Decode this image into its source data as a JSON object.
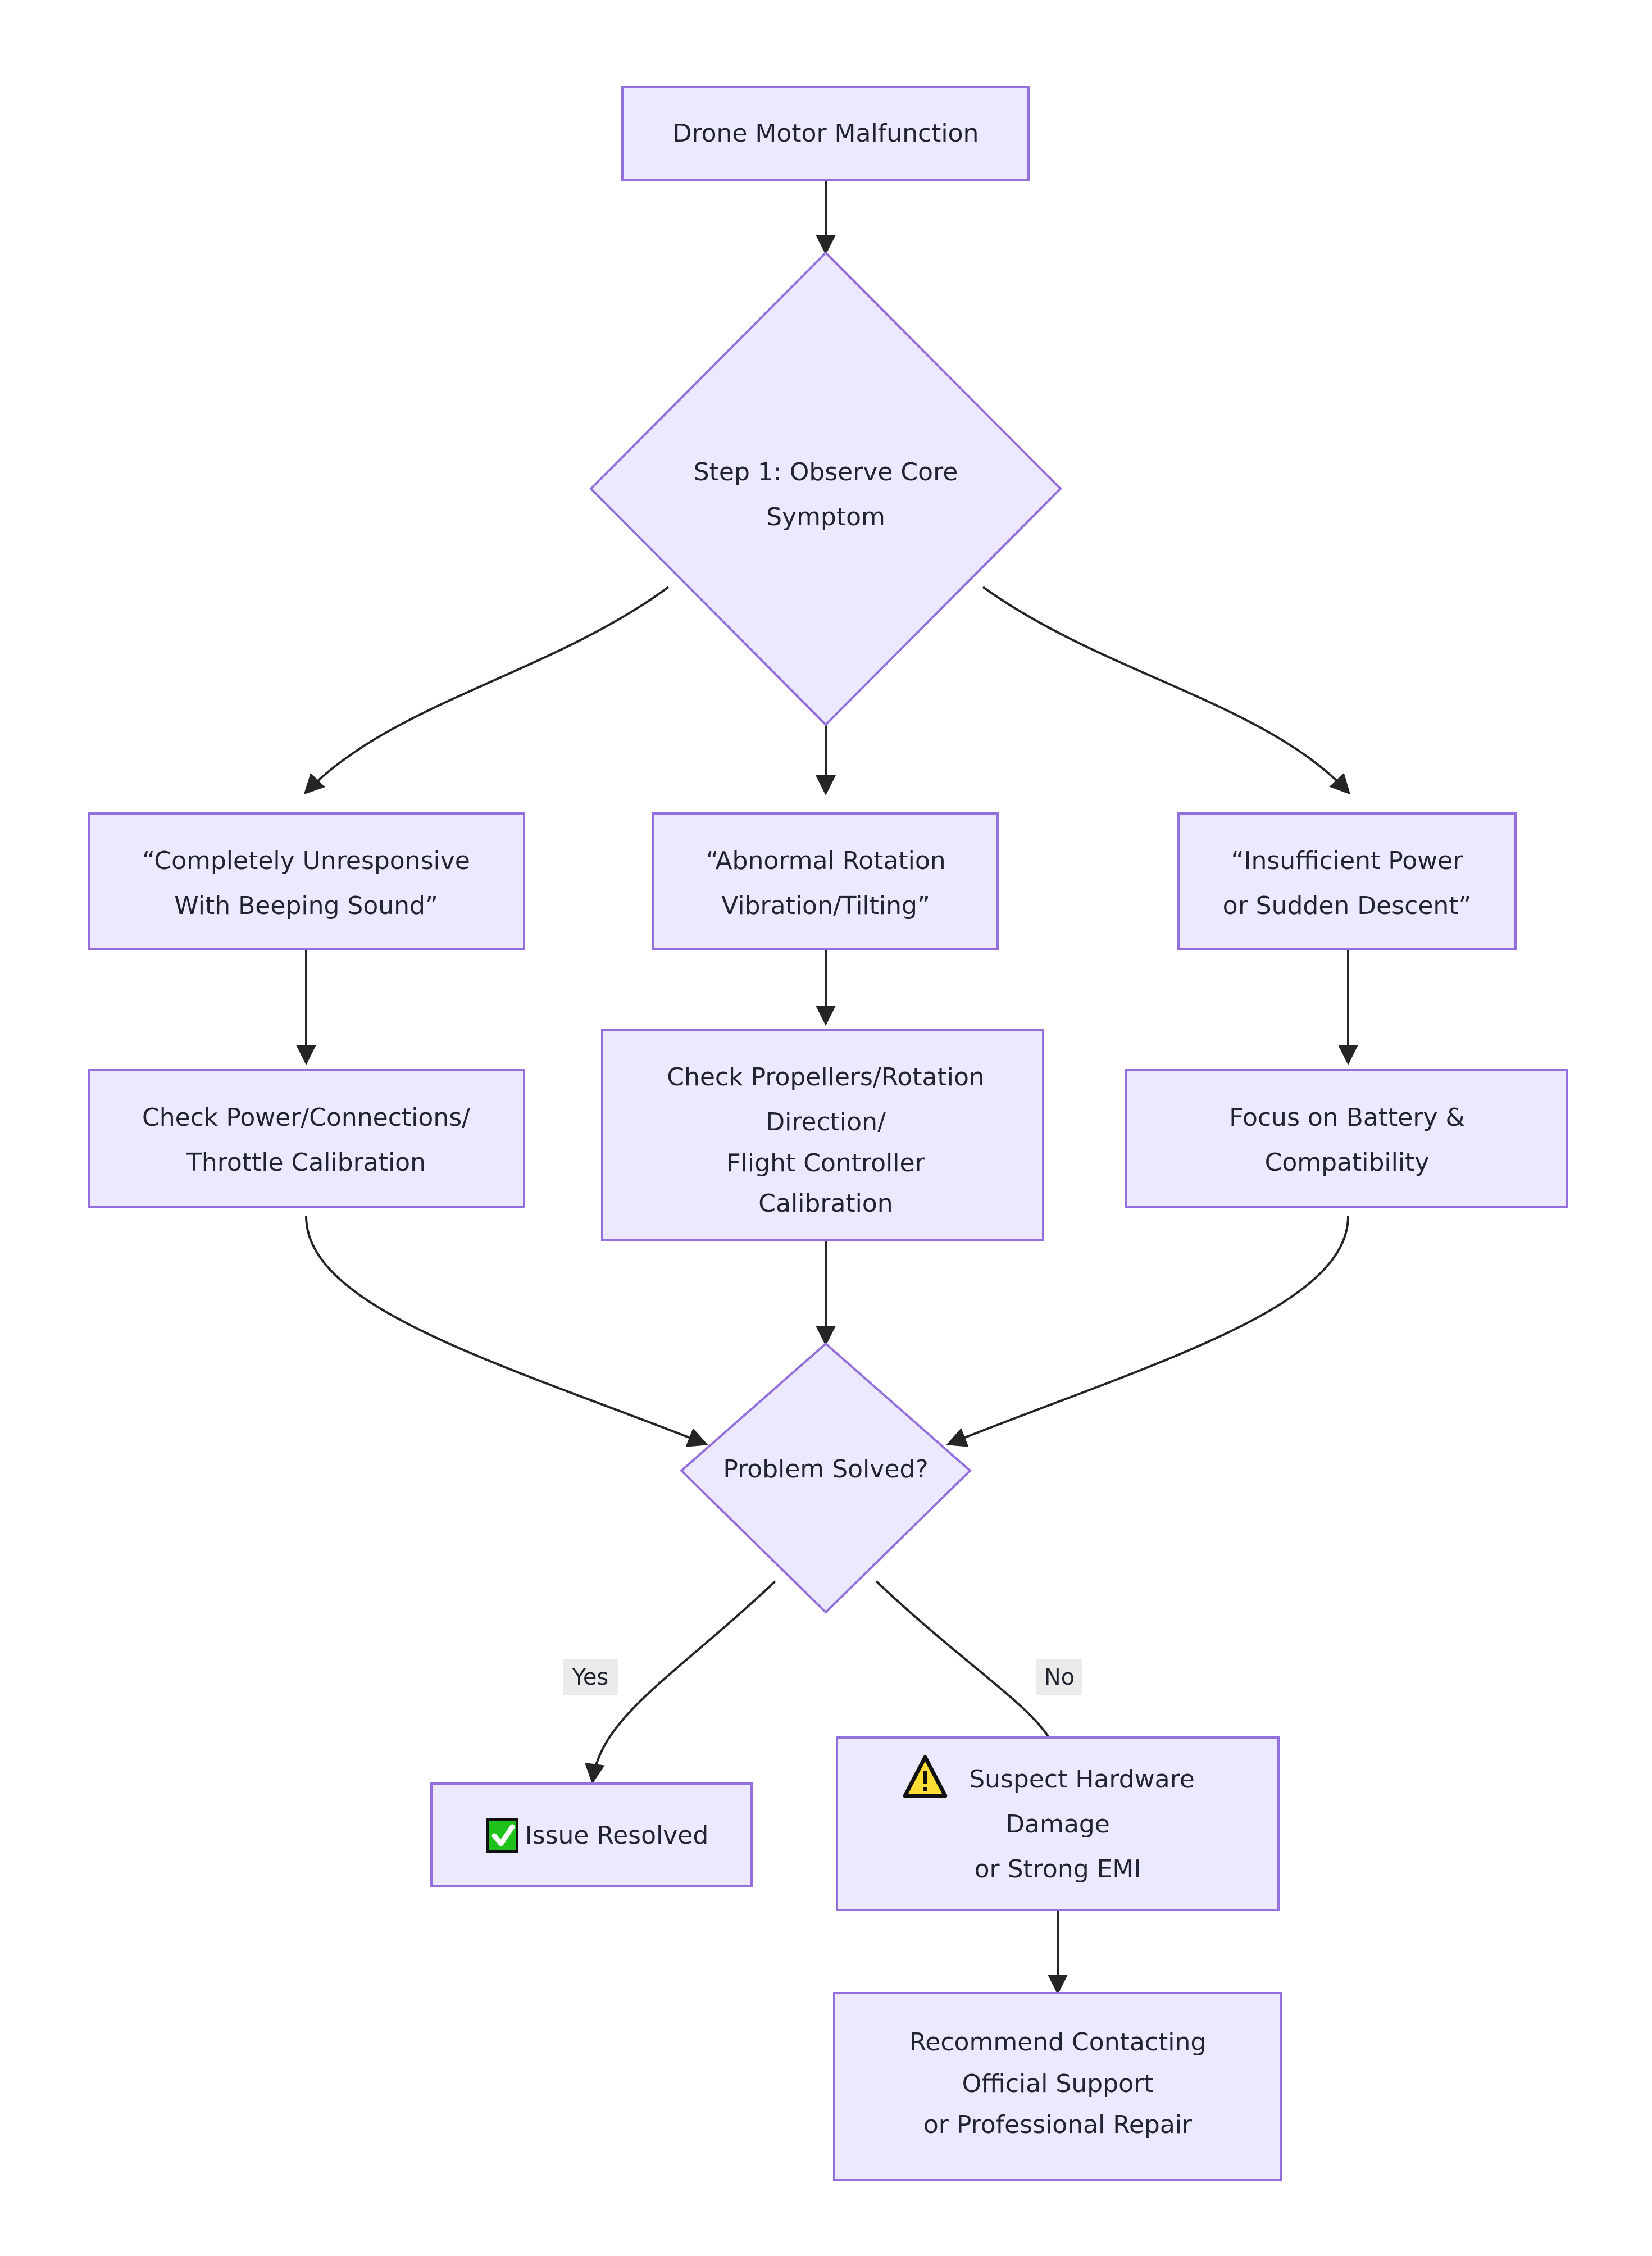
{
  "diagram": {
    "type": "flowchart",
    "orientation": "top-down",
    "background_color": "#FFFFFF",
    "node_fill_color": "#ECE8FD",
    "node_border_color": "#9370DB",
    "edge_color": "#252525",
    "text_color": "#1F2430",
    "nodes": {
      "start": {
        "label": "Drone Motor Malfunction",
        "shape": "rectangle"
      },
      "step1": {
        "label_line1": "Step 1: Observe Core",
        "label_line2": "Symptom",
        "shape": "diamond"
      },
      "symptom_a": {
        "label_line1": "“Completely Unresponsive",
        "label_line2": "With Beeping Sound”",
        "shape": "rectangle"
      },
      "symptom_b": {
        "label_line1": "“Abnormal Rotation",
        "label_line2": "Vibration/Tilting”",
        "shape": "rectangle"
      },
      "symptom_c": {
        "label_line1": "“Insufficient Power",
        "label_line2": "or Sudden Descent”",
        "shape": "rectangle"
      },
      "action_a": {
        "label_line1": "Check Power/Connections/",
        "label_line2": "Throttle Calibration",
        "shape": "rectangle"
      },
      "action_b": {
        "label_line1": "Check Propellers/Rotation",
        "label_line2": "Direction/",
        "label_line3": "Flight Controller",
        "label_line4": "Calibration",
        "shape": "rectangle"
      },
      "action_c": {
        "label_line1": "Focus on Battery &",
        "label_line2": "Compatibility",
        "shape": "rectangle"
      },
      "decision": {
        "label": "Problem Solved?",
        "shape": "diamond"
      },
      "resolved": {
        "icon": "white-heavy-check-mark-icon",
        "icon_glyph": "✔",
        "icon_bg_color": "#1FC11B",
        "icon_fg_color": "#FFFFFF",
        "label": "Issue Resolved",
        "shape": "rectangle"
      },
      "hardware": {
        "icon": "warning-triangle-icon",
        "icon_glyph": "!",
        "icon_bg_color": "#FFDD33",
        "icon_fg_color": "#111111",
        "label_line1": "Suspect Hardware",
        "label_line2": "Damage",
        "label_line3": "or Strong EMI",
        "shape": "rectangle"
      },
      "support": {
        "label_line1": "Recommend Contacting",
        "label_line2": "Official Support",
        "label_line3": "or Professional Repair",
        "shape": "rectangle"
      }
    },
    "edge_labels": {
      "yes": "Yes",
      "no": "No"
    }
  }
}
